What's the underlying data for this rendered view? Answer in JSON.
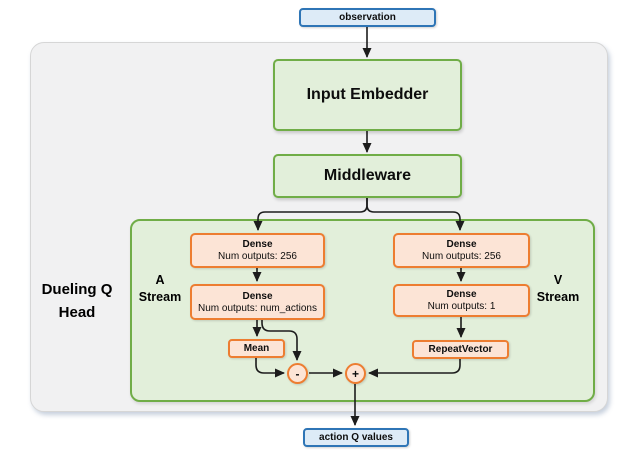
{
  "diagram": {
    "title_block": {
      "line1": "Dueling Q",
      "line2": "Head"
    },
    "colors": {
      "io_border": "#2e75b6",
      "io_fill": "#ddebf7",
      "green_border": "#70ad47",
      "green_fill": "#e2efda",
      "orange_border": "#ed7d31",
      "orange_fill": "#fce4d6",
      "outer_container_fill": "#f1f1f2",
      "arrow": "#1c1c1c"
    }
  },
  "nodes": {
    "observation": {
      "label": "observation"
    },
    "input_embedder": {
      "label": "Input Embedder"
    },
    "middleware": {
      "label": "Middleware"
    },
    "a_stream": {
      "line1": "A",
      "line2": "Stream"
    },
    "v_stream": {
      "line1": "V",
      "line2": "Stream"
    },
    "a_dense_1": {
      "title": "Dense",
      "subtitle": "Num outputs: 256"
    },
    "a_dense_2": {
      "title": "Dense",
      "subtitle": "Num outputs: num_actions"
    },
    "v_dense_1": {
      "title": "Dense",
      "subtitle": "Num outputs: 256"
    },
    "v_dense_2": {
      "title": "Dense",
      "subtitle": "Num outputs: 1"
    },
    "mean": {
      "label": "Mean"
    },
    "repeat_vector": {
      "label": "RepeatVector"
    },
    "subtract_op": {
      "label": "-"
    },
    "add_op": {
      "label": "+"
    },
    "action_q_values": {
      "label": "action Q values"
    }
  }
}
